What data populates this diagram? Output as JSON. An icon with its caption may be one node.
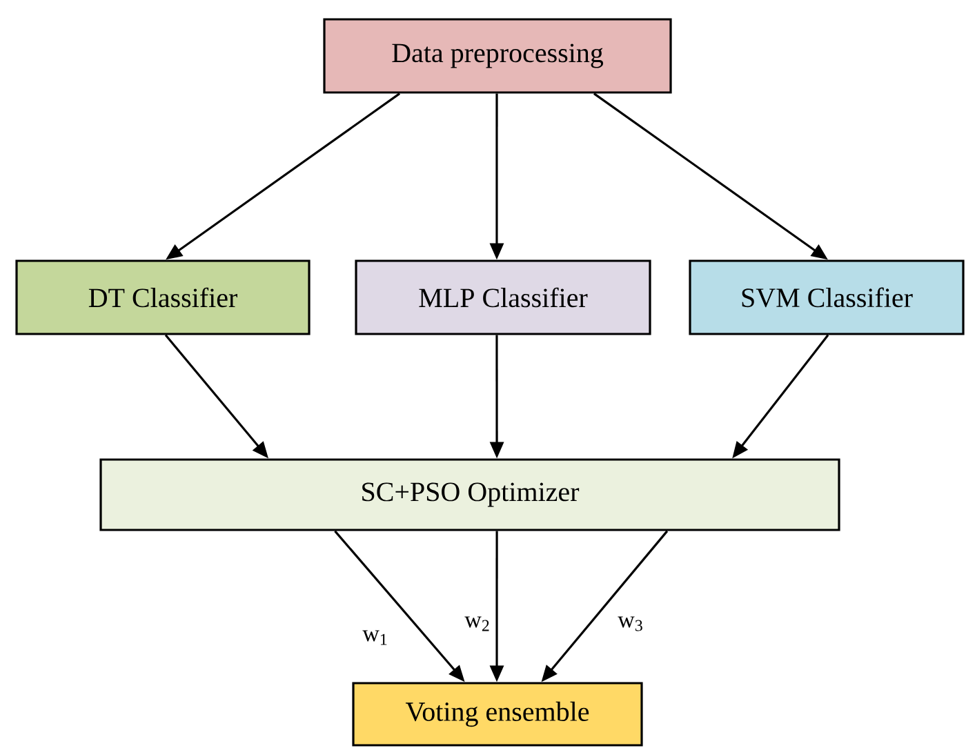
{
  "diagram": {
    "nodes": [
      {
        "text": [
          "Data preprocessing"
        ]
      },
      {
        "text": [
          "DT Classifier"
        ]
      },
      {
        "text": [
          "MLP Classifier"
        ]
      },
      {
        "text": [
          "SVM Classifier"
        ]
      },
      {
        "text": [
          "SC+PSO Optimizer"
        ]
      },
      {
        "text": [
          "Voting ensemble"
        ]
      }
    ],
    "edges": [
      {
        "from": 0,
        "to": 1,
        "arrow": "to"
      },
      {
        "from": 0,
        "to": 2,
        "arrow": "to"
      },
      {
        "from": 0,
        "to": 3,
        "arrow": "to"
      },
      {
        "from": 1,
        "to": 4,
        "arrow": "to"
      },
      {
        "from": 2,
        "to": 4,
        "arrow": "to"
      },
      {
        "from": 3,
        "to": 4,
        "arrow": "to"
      },
      {
        "from": 4,
        "to": 5,
        "arrow": "to",
        "label": "w$_{1}$"
      },
      {
        "from": 4,
        "to": 5,
        "arrow": "to",
        "label": "w$_{2}$"
      },
      {
        "from": 4,
        "to": 5,
        "arrow": "to",
        "label": "w$_{3}$"
      }
    ]
  }
}
